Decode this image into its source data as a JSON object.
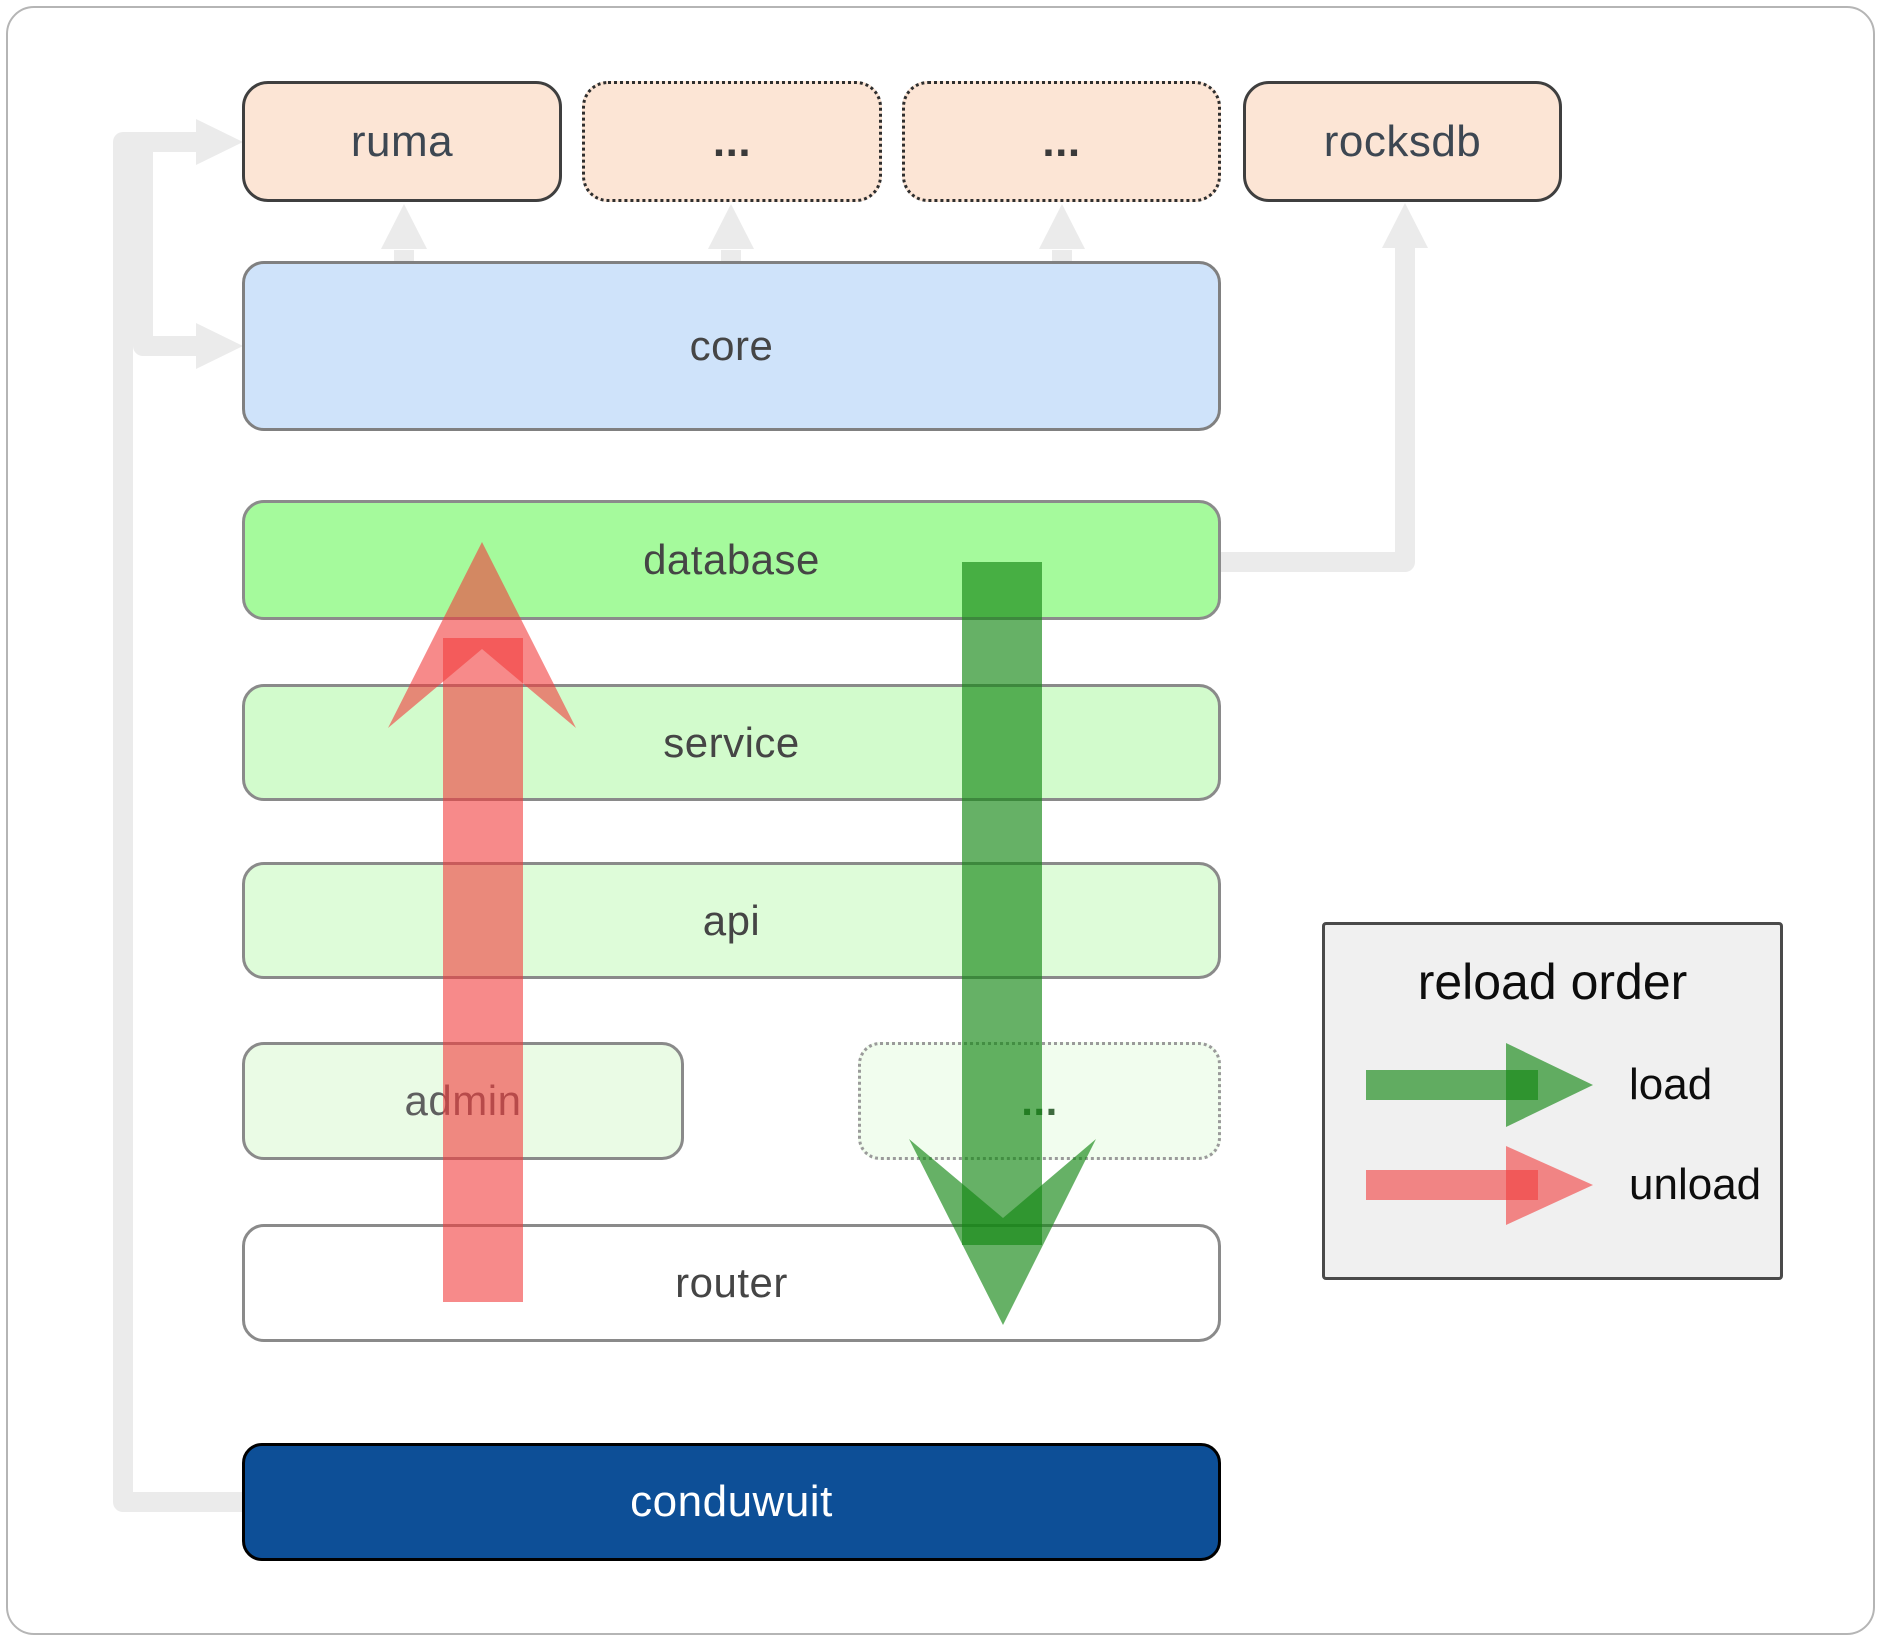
{
  "diagram": {
    "nodes": {
      "ruma": {
        "label": "ruma"
      },
      "mod_a": {
        "label": "..."
      },
      "mod_b": {
        "label": "..."
      },
      "rocksdb": {
        "label": "rocksdb"
      },
      "core": {
        "label": "core"
      },
      "database": {
        "label": "database"
      },
      "service": {
        "label": "service"
      },
      "api": {
        "label": "api"
      },
      "admin": {
        "label": "admin"
      },
      "mod_c": {
        "label": "..."
      },
      "router": {
        "label": "router"
      },
      "conduwuit": {
        "label": "conduwuit"
      }
    },
    "legend": {
      "title": "reload order",
      "load_label": "load",
      "unload_label": "unload"
    },
    "colors": {
      "peach": "#fce5d5",
      "blue": "#cfe3fa",
      "bright_green": "#a5fa9c",
      "green_light": "#d2fbcc",
      "green_lighter": "#defcd9",
      "green_faint": "#eafbe5",
      "green_faintest": "#f1fdee",
      "navy": "#0d4f97",
      "load_green": "#148714",
      "unload_red": "#f23c3c",
      "connector_gray": "#ebebeb",
      "legend_bg": "#f0f0f0"
    }
  }
}
